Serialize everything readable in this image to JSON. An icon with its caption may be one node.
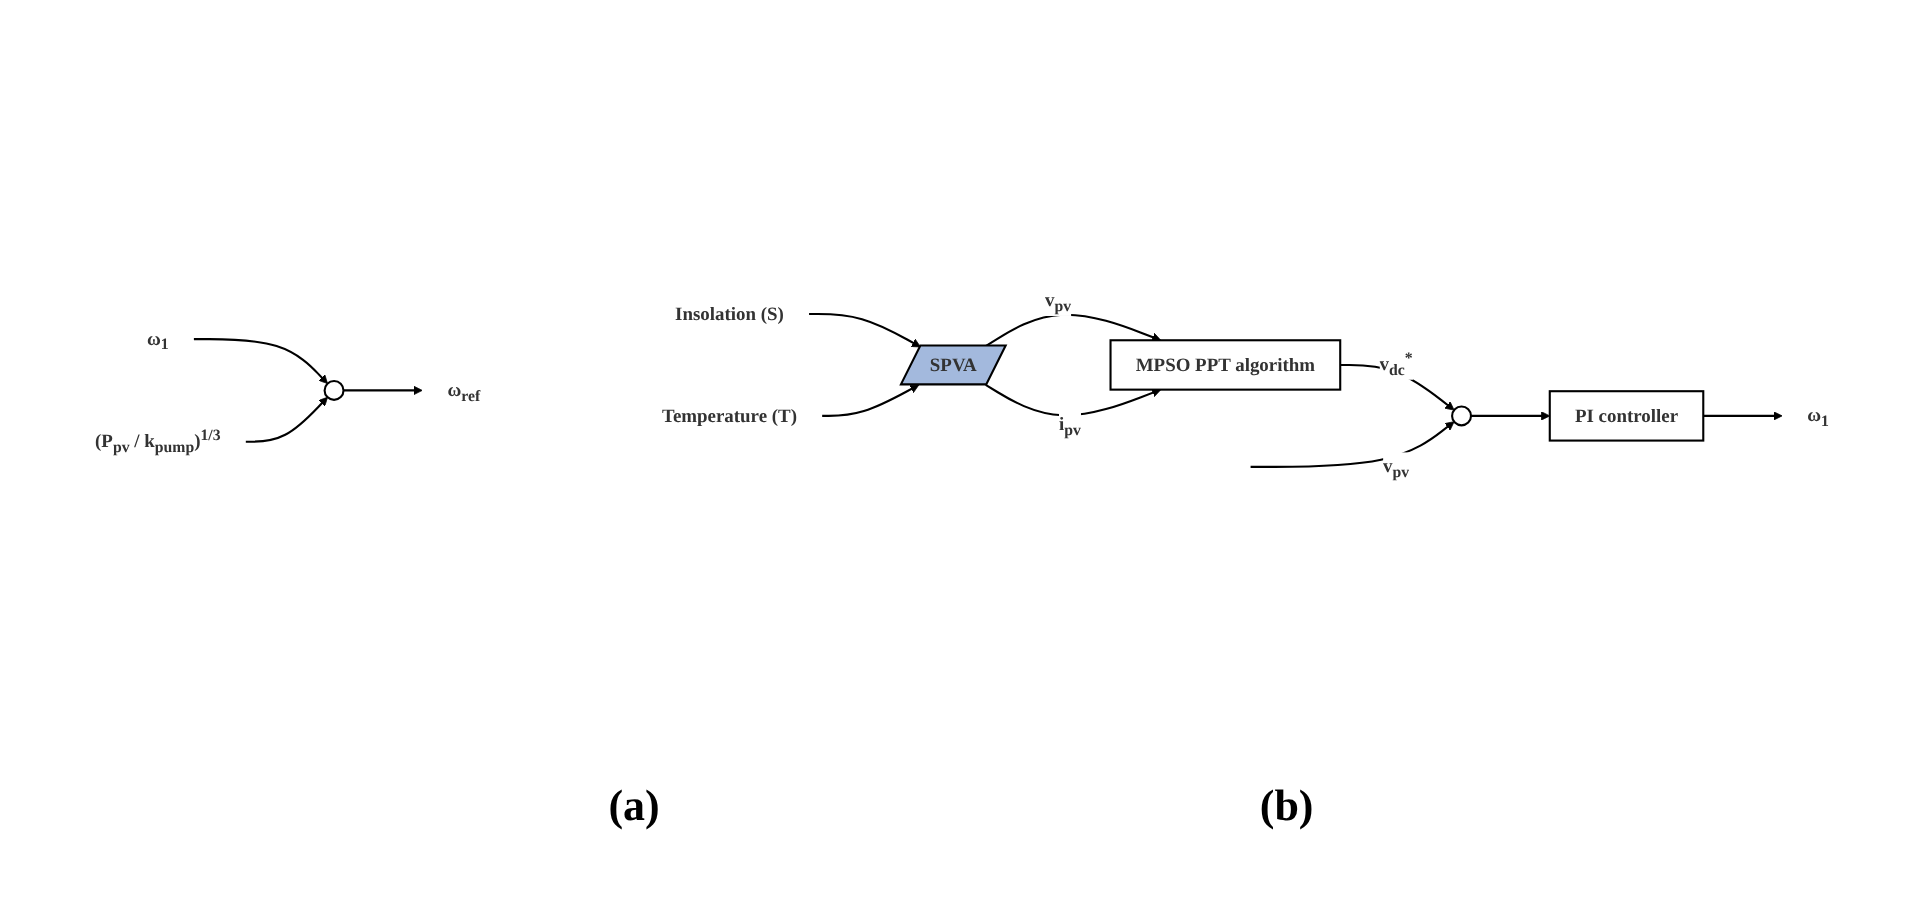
{
  "diagram": {
    "nodes": [
      {
        "text": [
          "Insolation (S)"
        ]
      },
      {
        "text": [
          "Temperature (T)"
        ]
      },
      {
        "text": [
          "SPVA"
        ]
      },
      {
        "text": [
          "MPSO PPT algorithm"
        ]
      },
      {
        "text": [],
        "shape": "circle"
      },
      {
        "text": [
          "PI controller"
        ]
      },
      {
        "text": [
          "ω$_{1}$"
        ]
      },
      {
        "text": [
          "ω$_{1}$"
        ]
      },
      {
        "text": [],
        "shape": "circle"
      },
      {
        "text": [
          "ω$_{ref}$"
        ]
      },
      {
        "text": [
          "(P$_{pv}$ / k$_{pump}$)$^{1/3}$"
        ]
      }
    ],
    "edges": [
      {
        "from": 0,
        "to": 2,
        "arrow": "to"
      },
      {
        "from": 1,
        "to": 2,
        "arrow": "to"
      },
      {
        "from": 2,
        "to": 3,
        "arrow": "to",
        "label": "v$_{pv}$"
      },
      {
        "from": 2,
        "to": 3,
        "arrow": "to",
        "label": "i$_{pv}$"
      },
      {
        "from": 3,
        "to": 4,
        "arrow": "to",
        "label": "v$_{dc}$$^{*}$"
      },
      {
        "from": null,
        "to": 4,
        "arrow": "to",
        "label": "v$_{pv}$"
      },
      {
        "from": 4,
        "to": 5,
        "arrow": "to"
      },
      {
        "from": 5,
        "to": 6,
        "arrow": "to"
      },
      {
        "from": 7,
        "to": 8,
        "arrow": "to"
      },
      {
        "from": 8,
        "to": 9,
        "arrow": "to"
      },
      {
        "from": 10,
        "to": 8,
        "arrow": "to"
      }
    ],
    "labels": [
      "(a)",
      "(b)"
    ]
  }
}
